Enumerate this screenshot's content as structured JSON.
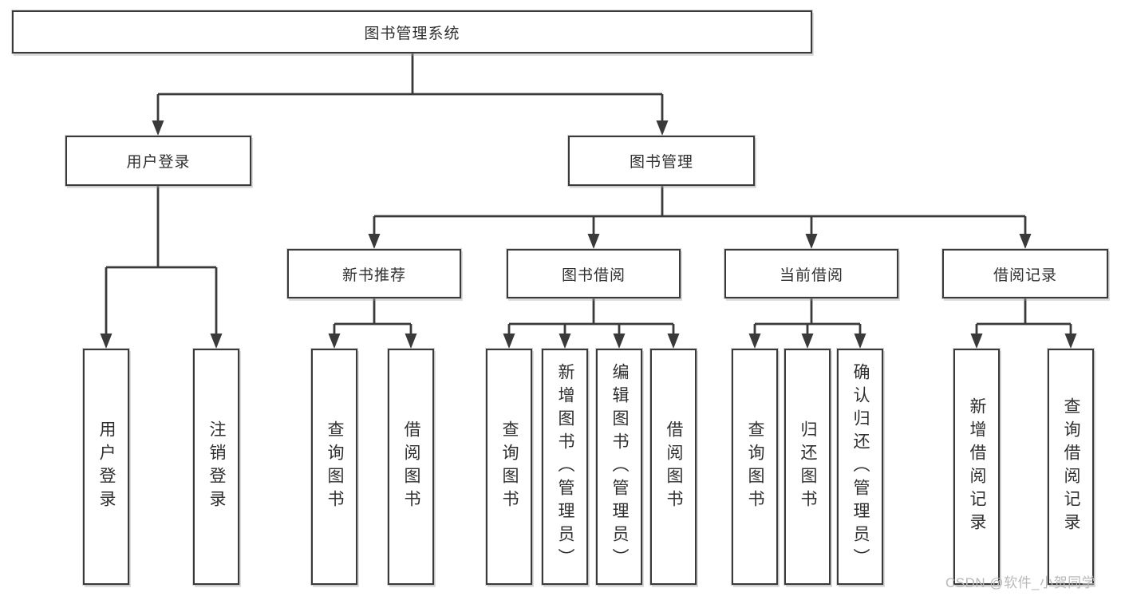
{
  "diagram": {
    "root": {
      "label": "图书管理系统"
    },
    "branches": [
      {
        "label": "用户登录",
        "children": [
          {
            "label": "用户登录"
          },
          {
            "label": "注销登录"
          }
        ]
      },
      {
        "label": "图书管理",
        "children": [
          {
            "label": "新书推荐",
            "children": [
              {
                "label": "查询图书"
              },
              {
                "label": "借阅图书"
              }
            ]
          },
          {
            "label": "图书借阅",
            "children": [
              {
                "label": "查询图书"
              },
              {
                "label": "新增图书（管理员）"
              },
              {
                "label": "编辑图书（管理员）"
              },
              {
                "label": "借阅图书"
              }
            ]
          },
          {
            "label": "当前借阅",
            "children": [
              {
                "label": "查询图书"
              },
              {
                "label": "归还图书"
              },
              {
                "label": "确认归还（管理员）"
              }
            ]
          },
          {
            "label": "借阅记录",
            "children": [
              {
                "label": "新增借阅记录"
              },
              {
                "label": "查询借阅记录"
              }
            ]
          }
        ]
      }
    ]
  },
  "watermark": {
    "text": "CSDN @软件_小贺同学"
  },
  "colors": {
    "line": "#3a3a3a",
    "text": "#2f2f2f",
    "background": "#ffffff",
    "watermark": "#b9b9b9"
  }
}
